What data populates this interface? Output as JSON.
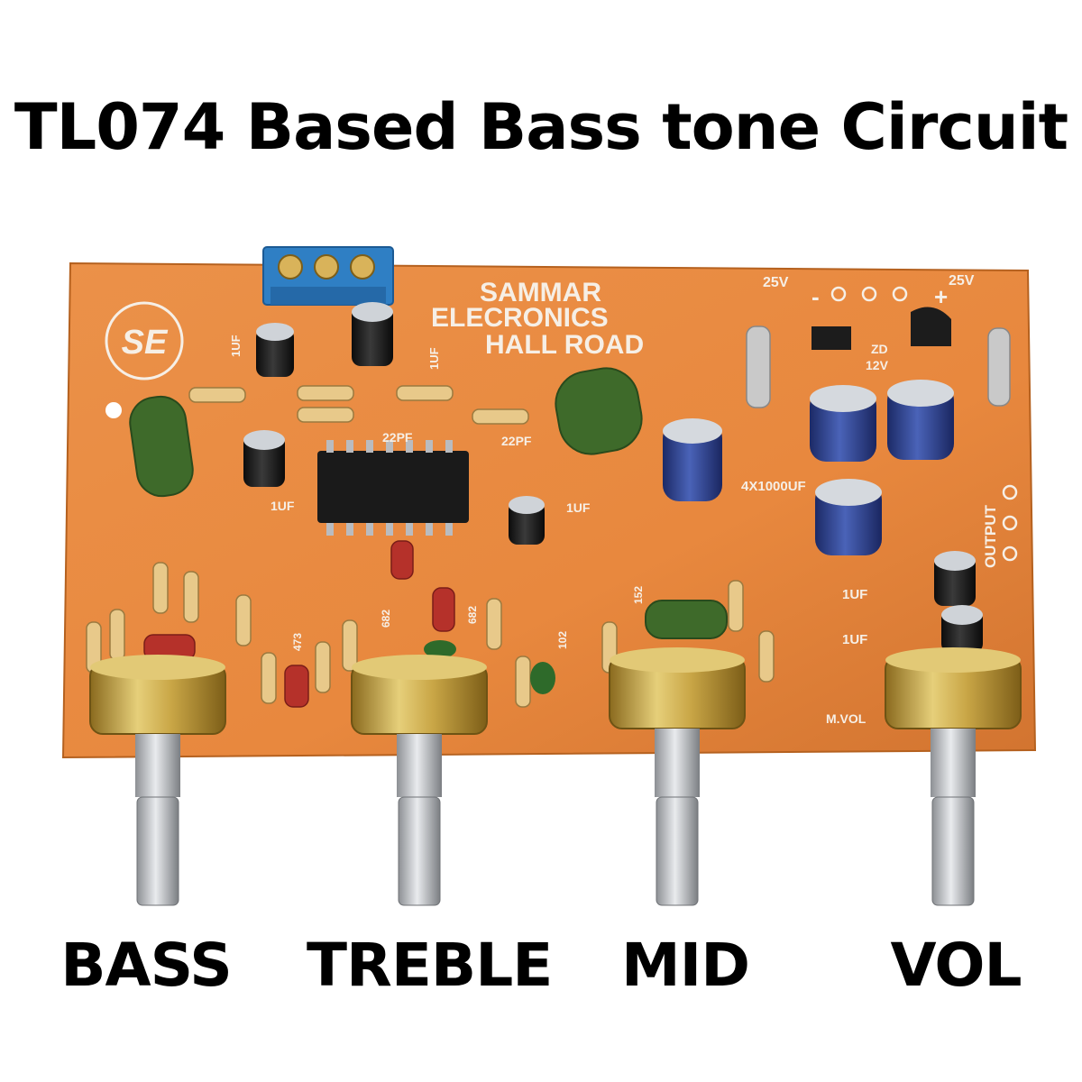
{
  "title": "TL074 Based Bass tone Circuit",
  "board": {
    "silkscreen_brand": [
      "SAMMAR",
      "ELECRONICS",
      "HALL ROAD"
    ],
    "logo_text": "SE",
    "labels": {
      "v25_left": "25V",
      "v25_right": "25V",
      "minus": "-",
      "plus": "+",
      "zd": "ZD",
      "zd_v": "12V",
      "c_1uf_a": "1UF",
      "c_1uf_b": "1UF",
      "c_1uf_c": "1UF",
      "c_1uf_top": "1UF",
      "pf_a": "22PF",
      "pf_b": "22PF",
      "caps_main": "4X1000UF",
      "output": "OUTPUT",
      "uf_out_a": "1UF",
      "uf_out_b": "1UF",
      "mvol": "M.VOL",
      "code_682a": "682",
      "code_682b": "682",
      "code_473": "473",
      "code_102": "102",
      "code_152": "152"
    }
  },
  "knobs": [
    {
      "label": "BASS"
    },
    {
      "label": "TREBLE"
    },
    {
      "label": "MID"
    },
    {
      "label": "VOL"
    }
  ],
  "colors": {
    "pcb": "#e8883e",
    "pcb_dark": "#c86d28",
    "terminal": "#2f7fc4",
    "cap_green": "#3e6a2a",
    "electrolytic_blue": "#2c3f8e",
    "electrolytic_black": "#1c1c1c",
    "ic": "#1a1a1a",
    "pot_brass": "#c9a646",
    "shaft": "#b9bcc0"
  }
}
